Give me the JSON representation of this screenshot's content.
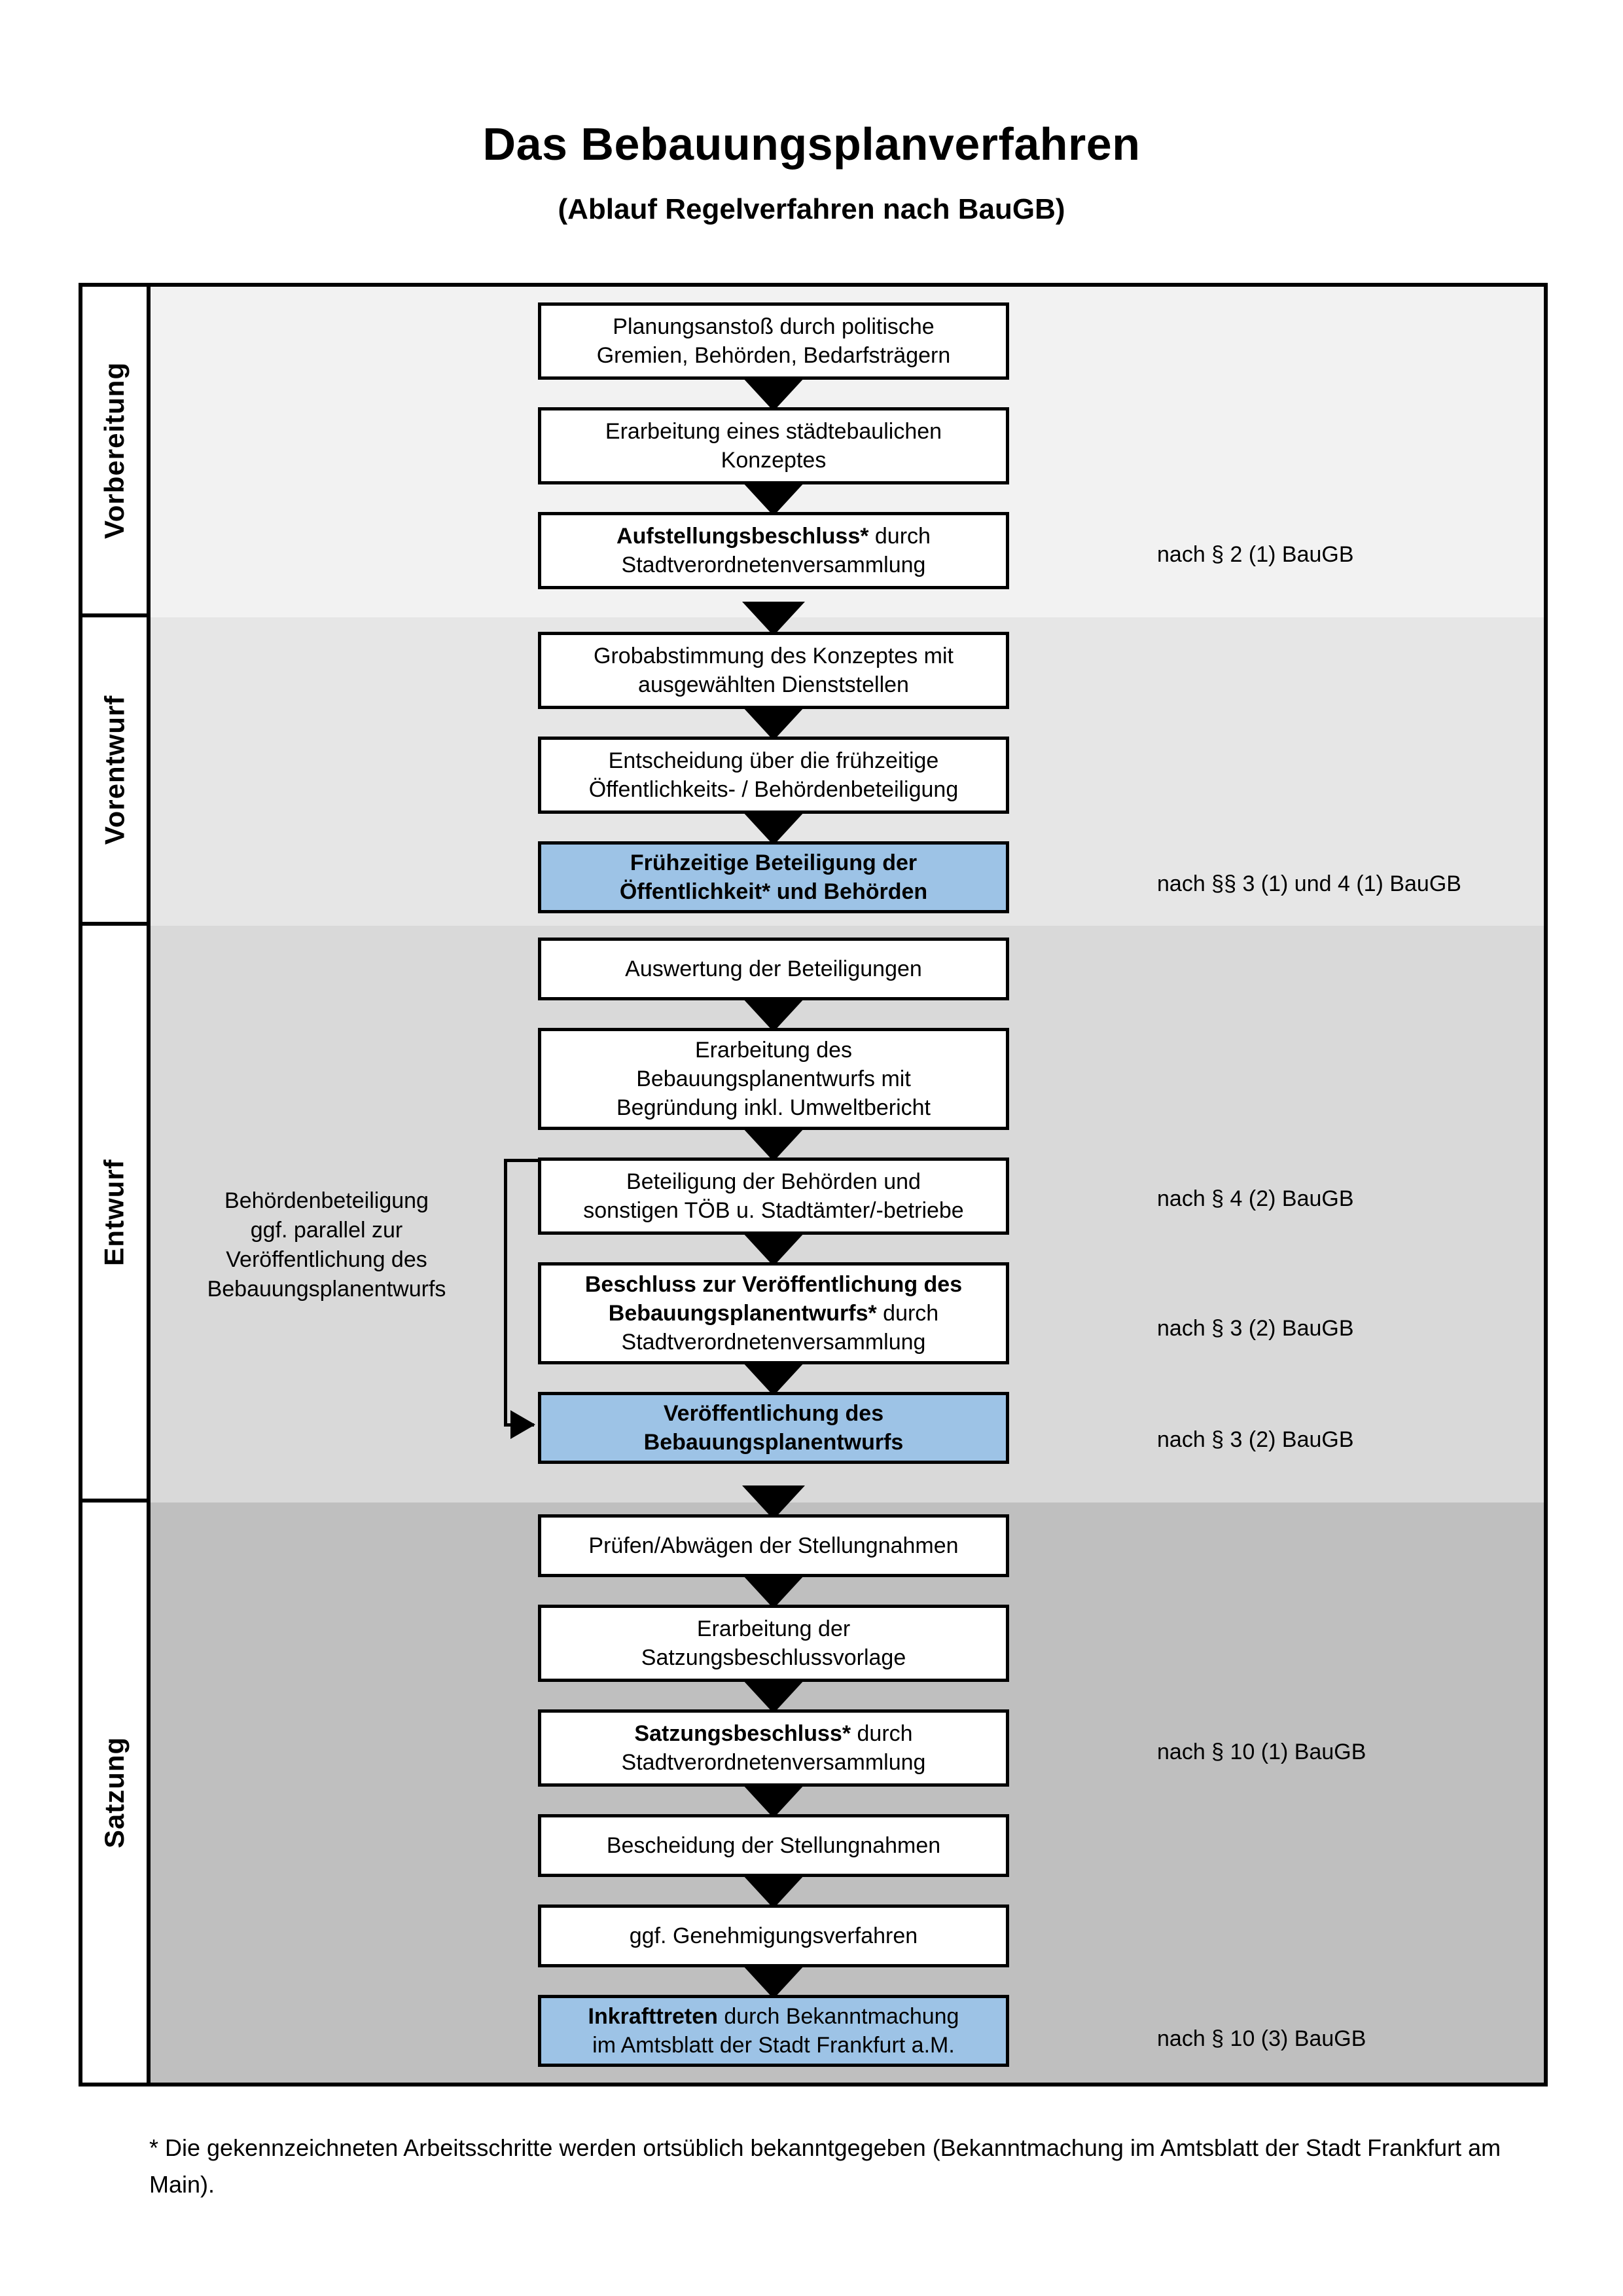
{
  "title": {
    "main": "Das Bebauungsplanverfahren",
    "sub": "(Ablauf Regelverfahren nach BauGB)"
  },
  "colors": {
    "accent_blue": "#9dc3e6",
    "band_1": "#f2f2f2",
    "band_2": "#e6e6e6",
    "band_3": "#d9d9d9",
    "band_4": "#bfbfbf",
    "outline": "#000000"
  },
  "phases": [
    {
      "label": "Vorbereitung"
    },
    {
      "label": "Vorentwurf"
    },
    {
      "label": "Entwurf"
    },
    {
      "label": "Satzung"
    }
  ],
  "steps": {
    "s1": {
      "line1": "Planungsanstoß durch politische",
      "line2": "Gremien, Behörden, Bedarfsträgern"
    },
    "s2": {
      "line1": "Erarbeitung eines städtebaulichen",
      "line2": "Konzeptes"
    },
    "s3": {
      "bold": "Aufstellungsbeschluss*",
      "rest": " durch",
      "line2": "Stadtverordnetenversammlung"
    },
    "s4": {
      "line1": "Grobabstimmung des Konzeptes mit",
      "line2": "ausgewählten Dienststellen"
    },
    "s5": {
      "line1": "Entscheidung über die frühzeitige",
      "line2": "Öffentlichkeits- / Behördenbeteiligung"
    },
    "s6": {
      "line1": "Frühzeitige Beteiligung der",
      "line2": "Öffentlichkeit* und Behörden"
    },
    "s7": {
      "line1": "Auswertung der Beteiligungen"
    },
    "s8": {
      "line1": "Erarbeitung des",
      "line2": "Bebauungsplanentwurfs mit",
      "line3": "Begründung inkl. Umweltbericht"
    },
    "s9": {
      "line1": "Beteiligung der Behörden und",
      "line2": "sonstigen TÖB u. Stadtämter/-betriebe"
    },
    "s10": {
      "bold1": "Beschluss zur Veröffentlichung des",
      "bold2": "Bebauungsplanentwurfs*",
      "rest": " durch",
      "line3": "Stadtverordnetenversammlung"
    },
    "s11": {
      "line1": "Veröffentlichung des",
      "line2": "Bebauungsplanentwurfs"
    },
    "s12": {
      "line1": "Prüfen/Abwägen der Stellungnahmen"
    },
    "s13": {
      "line1": "Erarbeitung der",
      "line2": "Satzungsbeschlussvorlage"
    },
    "s14": {
      "bold": "Satzungsbeschluss*",
      "rest": " durch",
      "line2": "Stadtverordnetenversammlung"
    },
    "s15": {
      "line1": "Bescheidung der Stellungnahmen"
    },
    "s16": {
      "line1": "ggf. Genehmigungsverfahren"
    },
    "s17": {
      "bold": "Inkrafttreten",
      "rest": " durch Bekanntmachung",
      "line2": "im Amtsblatt der Stadt Frankfurt a.M."
    }
  },
  "legal_refs": {
    "r1": "nach § 2 (1) BauGB",
    "r2": "nach §§ 3 (1) und 4 (1) BauGB",
    "r3": "nach § 4 (2) BauGB",
    "r4": "nach § 3 (2) BauGB",
    "r5": "nach § 3 (2) BauGB",
    "r6": "nach § 10 (1) BauGB",
    "r7": "nach § 10 (3) BauGB"
  },
  "sidenote": {
    "line1": "Behördenbeteiligung",
    "line2": "ggf. parallel zur",
    "line3": "Veröffentlichung des",
    "line4": "Bebauungsplanentwurfs"
  },
  "footnote": {
    "text": "* Die gekennzeichneten Arbeitsschritte werden ortsüblich bekanntgegeben (Bekanntmachung im Amtsblatt  der Stadt Frankfurt am Main)."
  }
}
